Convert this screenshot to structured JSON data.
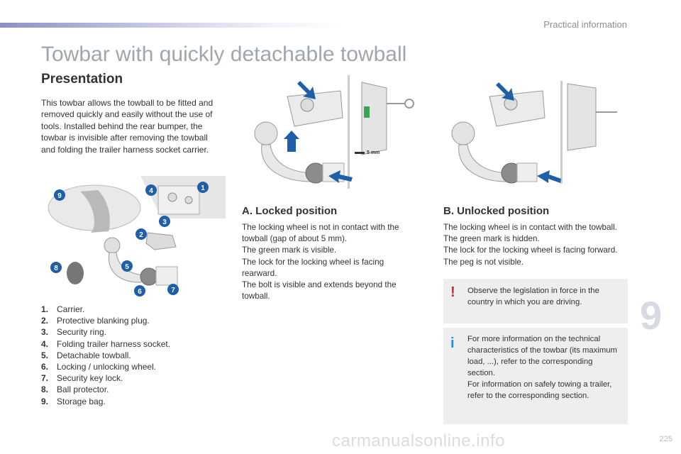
{
  "header": {
    "section": "Practical information"
  },
  "title": "Towbar with quickly detachable towball",
  "presentation": {
    "heading": "Presentation",
    "intro": "This towbar allows the towball to be fitted and removed quickly and easily without the use of tools. Installed behind the rear bumper, the towbar is invisible after removing the towball and folding the trailer harness socket carrier.",
    "callouts": [
      "1",
      "2",
      "3",
      "4",
      "5",
      "6",
      "7",
      "8",
      "9"
    ],
    "legend": [
      {
        "num": "1.",
        "text": "Carrier."
      },
      {
        "num": "2.",
        "text": "Protective blanking plug."
      },
      {
        "num": "3.",
        "text": "Security ring."
      },
      {
        "num": "4.",
        "text": "Folding trailer harness socket."
      },
      {
        "num": "5.",
        "text": "Detachable towball."
      },
      {
        "num": "6.",
        "text": "Locking / unlocking wheel."
      },
      {
        "num": "7.",
        "text": "Security key lock."
      },
      {
        "num": "8.",
        "text": "Ball protector."
      },
      {
        "num": "9.",
        "text": "Storage bag."
      }
    ]
  },
  "locked": {
    "heading": "A. Locked position",
    "gap_label": "5 mm",
    "text": "The locking wheel is not in contact with the towball (gap of about 5 mm).\nThe green mark is visible.\nThe lock for the locking wheel is facing rearward.\nThe bolt is visible and extends beyond the towball."
  },
  "unlocked": {
    "heading": "B. Unlocked position",
    "text": "The locking wheel is in contact with the towball.\nThe green mark is hidden.\nThe lock for the locking wheel is facing forward.\nThe peg is not visible."
  },
  "notes": {
    "warning_mark": "!",
    "warning": "Observe the legislation in force in the country in which you are driving.",
    "info_mark": "i",
    "info": "For more information on the technical characteristics of the towbar (its maximum load, ...), refer to the corresponding section.\nFor information on safely towing a trailer, refer to the corresponding section."
  },
  "chapter": "9",
  "page_number": "225",
  "watermark": "carmanualsonline.info",
  "colors": {
    "callout_blue": "#1f5fa8",
    "green_mark": "#3aa655",
    "warning_red": "#d9262d",
    "info_blue": "#2b8fd4",
    "arrow_blue": "#1f5fa8"
  }
}
